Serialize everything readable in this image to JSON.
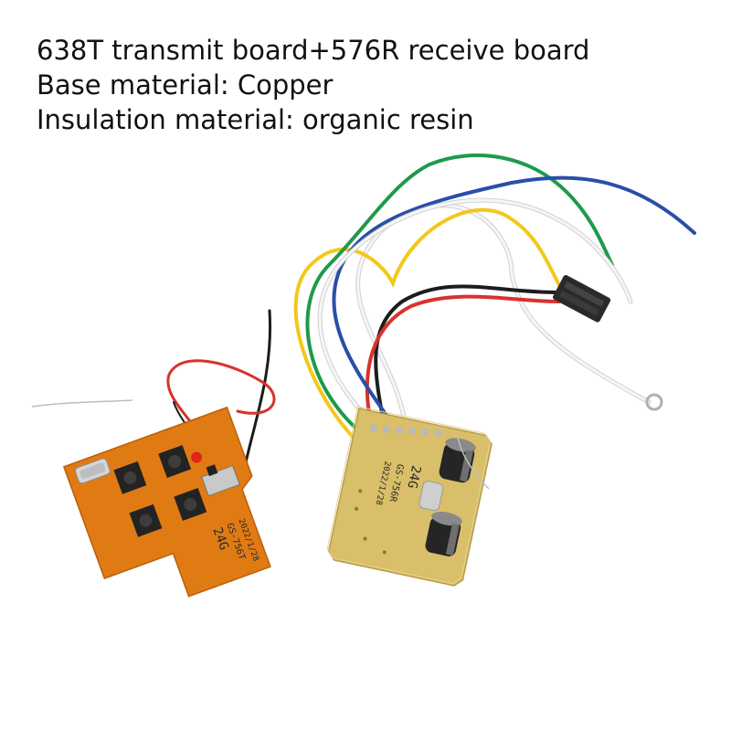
{
  "caption": {
    "line1": "638T transmit board+576R receive board",
    "line2": "Base material: Copper",
    "line3": "Insulation material: organic resin"
  },
  "transmit_board": {
    "silk_model": "24G",
    "silk_part": "GS-756T",
    "silk_date": "2022/1/28"
  },
  "receive_board": {
    "silk_model": "24G",
    "silk_part": "GS-756R",
    "silk_date": "2022/1/28"
  },
  "colors": {
    "transmit_pcb": "#e07b14",
    "receive_pcb": "#d9bf6a",
    "wire_red": "#d8322c",
    "wire_black": "#1c1c1c",
    "wire_green": "#1f9a4a",
    "wire_blue": "#2a4ea8",
    "wire_yellow": "#f2c81a",
    "wire_white": "#f4f4f4"
  }
}
